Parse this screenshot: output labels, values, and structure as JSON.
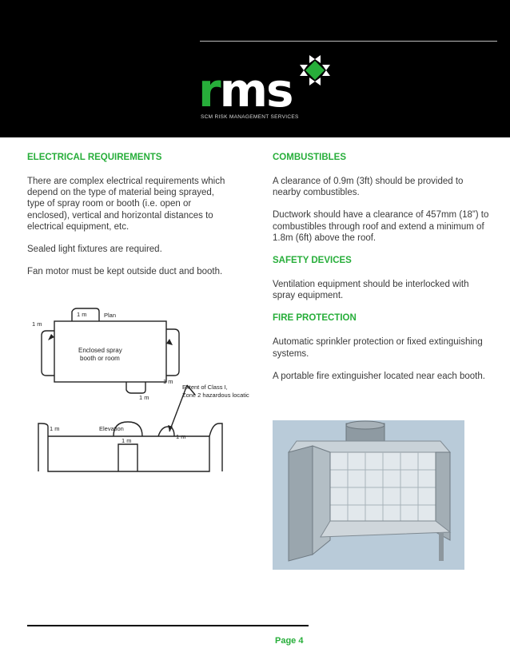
{
  "header": {
    "logo_r": "r",
    "logo_ms": "ms",
    "tagline": "SCM RISK MANAGEMENT SERVICES"
  },
  "left_column": {
    "heading": "ELECTRICAL REQUIREMENTS",
    "paragraphs": [
      "There are complex electrical requirements which depend on the type of material being sprayed, type of spray room or booth (i.e. open or enclosed), vertical and horizontal distances to electrical equipment, etc.",
      "Sealed light fixtures are required.",
      "Fan motor must be kept outside duct and booth."
    ]
  },
  "right_column": {
    "sections": [
      {
        "heading": "COMBUSTIBLES",
        "paragraphs": [
          "A clearance of 0.9m (3ft) should be provided to nearby combustibles.",
          "Ductwork should have a clearance of 457mm (18”) to combustibles through roof and extend a minimum of 1.8m (6ft) above the roof."
        ]
      },
      {
        "heading": "SAFETY DEVICES",
        "paragraphs": [
          "Ventilation equipment should be interlocked with spray equipment."
        ]
      },
      {
        "heading": "FIRE PROTECTION",
        "paragraphs": [
          "Automatic sprinkler protection or fixed extinguishing systems.",
          "A portable fire extinguisher located near each booth."
        ]
      }
    ]
  },
  "diagram": {
    "plan_label": "Plan",
    "elevation_label": "Elevation",
    "booth_label_1": "Enclosed spray",
    "booth_label_2": "booth or room",
    "extent_label_1": "Extent of Class I,",
    "extent_label_2": "Zone 2 hazardous locatic",
    "dim": "1 m"
  },
  "footer": {
    "page": "Page 4"
  },
  "colors": {
    "accent": "#27ae3a",
    "header_bg": "#000000",
    "body_text": "#3a3a3a"
  }
}
